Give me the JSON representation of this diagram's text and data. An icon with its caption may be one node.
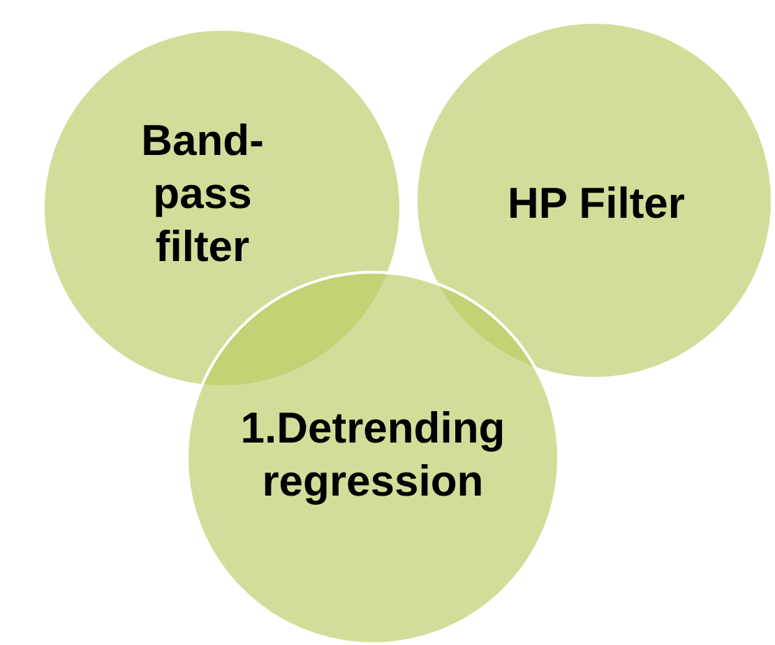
{
  "diagram": {
    "nodes": [
      {
        "text": [
          "Band-pass filter"
        ]
      },
      {
        "text": [
          "HP Filter"
        ]
      },
      {
        "text": [
          "1.Detrending regression"
        ]
      }
    ]
  }
}
